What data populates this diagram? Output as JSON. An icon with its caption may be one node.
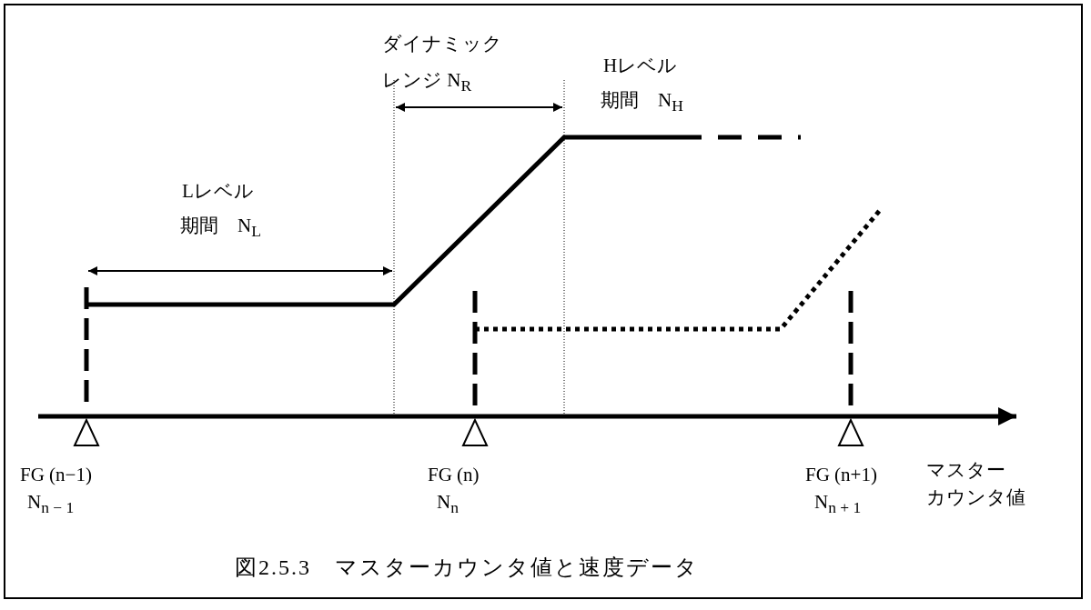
{
  "diagram": {
    "caption": "図2.5.3　マスターカウンタ値と速度データ",
    "labels": [
      "ダイナミック",
      "レンジ N$_{R}$",
      "Hレベル",
      "期間　N$_{H}$",
      "Lレベル",
      "期間　N$_{L}$",
      "FG (n−1)",
      "N$_{n − 1}$",
      "FG (n)",
      "N$_{n}$",
      "FG (n+1)",
      "N$_{n + 1}$",
      "マスター",
      "カウンタ値"
    ]
  }
}
